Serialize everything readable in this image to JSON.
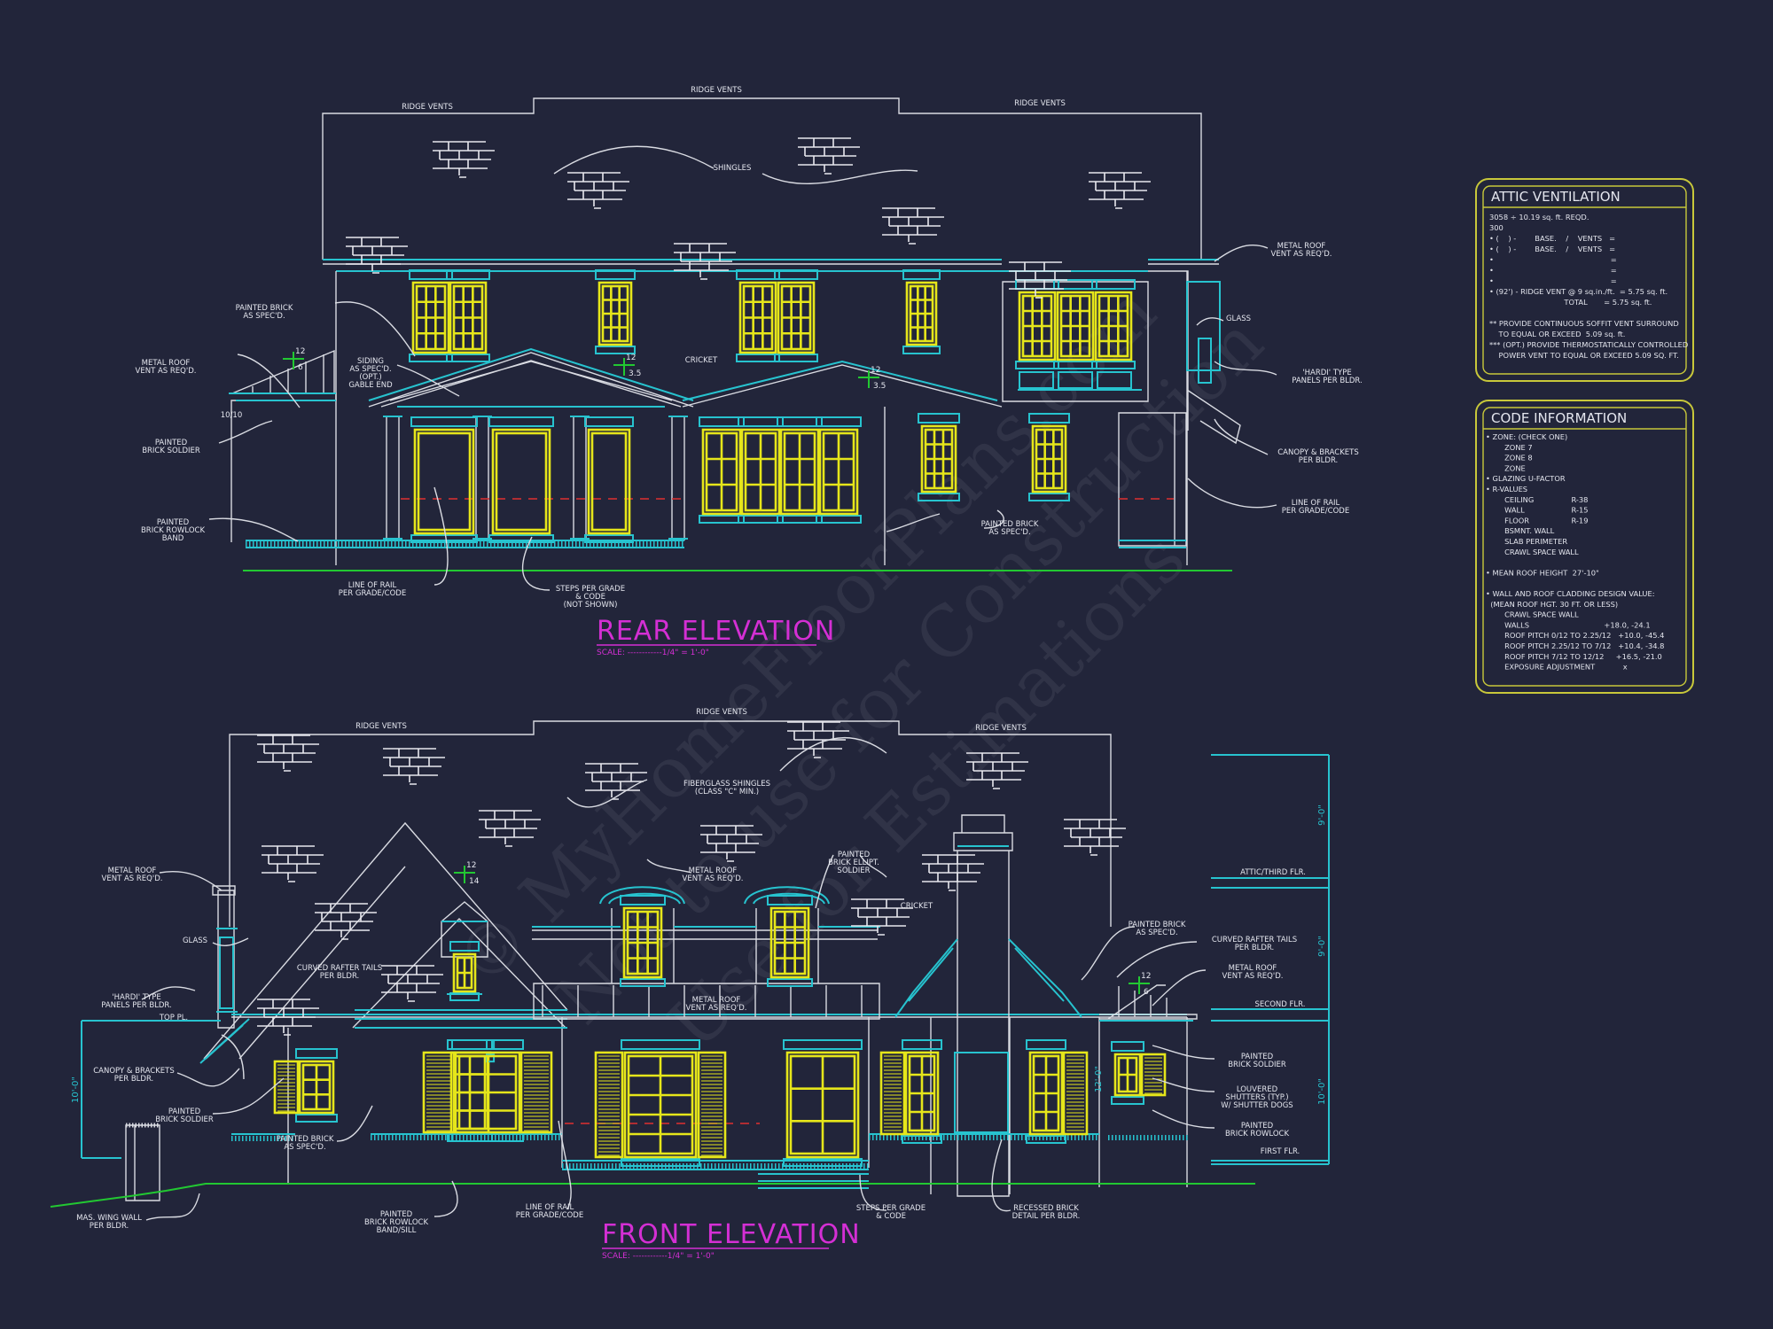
{
  "colors": {
    "background": "#22253a",
    "outline": "#d9dbe2",
    "trim": "#27c3cf",
    "windows": "#e6e61a",
    "grade": "#22c832",
    "rail_line": "#e03030",
    "titles": "#d42fd4",
    "panel_border": "#c8c83a"
  },
  "watermark": [
    "© MyHomeFloorPlans.com",
    "Not to use for Construction",
    "Use for Estimations"
  ],
  "rear": {
    "title": "REAR ELEVATION",
    "scale": "SCALE: ------------1/4\" = 1'-0\"",
    "labels": [
      [
        "RIDGE VENTS"
      ],
      [
        "RIDGE VENTS"
      ],
      [
        "RIDGE VENTS"
      ],
      [
        "SHINGLES"
      ],
      [
        "METAL ROOF",
        "VENT AS REQ'D."
      ],
      [
        "PAINTED BRICK",
        "AS SPEC'D."
      ],
      [
        "METAL ROOF",
        "VENT AS REQ'D."
      ],
      [
        "SIDING",
        "AS SPEC'D.",
        "(OPT.)",
        "GABLE END"
      ],
      [
        "CRICKET"
      ],
      [
        "PAINTED",
        "BRICK SOLDIER"
      ],
      [
        "10/10"
      ],
      [
        "PAINTED",
        "BRICK ROWLOCK",
        "BAND"
      ],
      [
        "LINE OF RAIL",
        "PER GRADE/CODE"
      ],
      [
        "STEPS PER GRADE",
        "& CODE",
        "(NOT SHOWN)"
      ],
      [
        "PAINTED BRICK",
        "AS SPEC'D."
      ],
      [
        "GLASS"
      ],
      [
        "'HARDI' TYPE",
        "PANELS PER BLDR."
      ],
      [
        "CANOPY & BRACKETS",
        "PER BLDR."
      ],
      [
        "LINE OF RAIL",
        "PER GRADE/CODE"
      ]
    ],
    "pitches": [
      [
        "12",
        "6"
      ],
      [
        "12",
        "3.5"
      ],
      [
        "12",
        "3.5"
      ]
    ]
  },
  "front": {
    "title": "FRONT ELEVATION",
    "scale": "SCALE: ------------1/4\" = 1'-0\"",
    "labels": [
      [
        "RIDGE VENTS"
      ],
      [
        "RIDGE VENTS"
      ],
      [
        "RIDGE VENTS"
      ],
      [
        "FIBERGLASS SHINGLES",
        "(CLASS \"C\" MIN.)"
      ],
      [
        "METAL ROOF",
        "VENT AS REQ'D."
      ],
      [
        "PAINTED",
        "BRICK ELLIPT.",
        "SOLDIER"
      ],
      [
        "CRICKET"
      ],
      [
        "METAL ROOF",
        "VENT AS REQ'D."
      ],
      [
        "GLASS"
      ],
      [
        "CURVED RAFTER TAILS",
        "PER BLDR."
      ],
      [
        "METAL ROOF",
        "VENT AS REQ'D."
      ],
      [
        "'HARDI' TYPE",
        "PANELS PER BLDR."
      ],
      [
        "TOP PL."
      ],
      [
        "CANOPY & BRACKETS",
        "PER BLDR."
      ],
      [
        "PAINTED",
        "BRICK SOLDIER"
      ],
      [
        "PAINTED BRICK",
        "AS SPEC'D."
      ],
      [
        "MAS. WING WALL",
        "PER BLDR."
      ],
      [
        "PAINTED",
        "BRICK ROWLOCK",
        "BAND/SILL"
      ],
      [
        "LINE OF RAIL",
        "PER GRADE/CODE"
      ],
      [
        "STEPS PER GRADE",
        "& CODE"
      ],
      [
        "RECESSED BRICK",
        "DETAIL PER BLDR."
      ],
      [
        "PAINTED BRICK",
        "AS SPEC'D."
      ],
      [
        "CURVED RAFTER TAILS",
        "PER BLDR."
      ],
      [
        "METAL ROOF",
        "VENT AS REQ'D."
      ],
      [
        "ATTIC/THIRD FLR."
      ],
      [
        "SECOND FLR."
      ],
      [
        "FIRST FLR."
      ],
      [
        "PAINTED",
        "BRICK SOLDIER"
      ],
      [
        "LOUVERED",
        "SHUTTERS (TYP.)",
        "W/ SHUTTER DOGS"
      ],
      [
        "PAINTED",
        "BRICK ROWLOCK"
      ]
    ],
    "dimensions": [
      "9'-0\"",
      "9'-0\"",
      "10'-0\"",
      "10'-0\"",
      "12'-0\""
    ],
    "pitches": [
      [
        "12",
        "14"
      ],
      [
        "12",
        "6"
      ]
    ]
  },
  "attic_ventilation": {
    "title": "ATTIC VENTILATION",
    "lines": [
      "3058 ÷ 10.19 sq. ft. REQD.",
      "300",
      "• (    ) -        BASE.    /    VENTS   =",
      "• (    ) -        BASE.    /    VENTS   =",
      "•                                                  =",
      "•                                                  =",
      "•                                                  =",
      "• (92') - RIDGE VENT @ 9 sq.in./ft.  = 5.75 sq. ft.",
      "                                TOTAL       = 5.75 sq. ft.",
      "",
      "** PROVIDE CONTINUOUS SOFFIT VENT SURROUND",
      "    TO EQUAL OR EXCEED  5.09 sq. ft.",
      "*** (OPT.) PROVIDE THERMOSTATICALLY CONTROLLED",
      "    POWER VENT TO EQUAL OR EXCEED 5.09 SQ. FT."
    ]
  },
  "code_information": {
    "title": "CODE INFORMATION",
    "lines": [
      "• ZONE: (CHECK ONE)",
      "        ZONE 7",
      "        ZONE 8",
      "        ZONE",
      "• GLAZING U-FACTOR",
      "• R-VALUES",
      "        CEILING                R-38",
      "        WALL                    R-15",
      "        FLOOR                  R-19",
      "        BSMNT. WALL",
      "        SLAB PERIMETER",
      "        CRAWL SPACE WALL",
      "",
      "• MEAN ROOF HEIGHT  27'-10\"",
      "",
      "• WALL AND ROOF CLADDING DESIGN VALUE:",
      "  (MEAN ROOF HGT. 30 FT. OR LESS)",
      "        CRAWL SPACE WALL",
      "        WALLS                                +18.0, -24.1",
      "        ROOF PITCH 0/12 TO 2.25/12   +10.0, -45.4",
      "        ROOF PITCH 2.25/12 TO 7/12   +10.4, -34.8",
      "        ROOF PITCH 7/12 TO 12/12     +16.5, -21.0",
      "        EXPOSURE ADJUSTMENT            x"
    ]
  }
}
